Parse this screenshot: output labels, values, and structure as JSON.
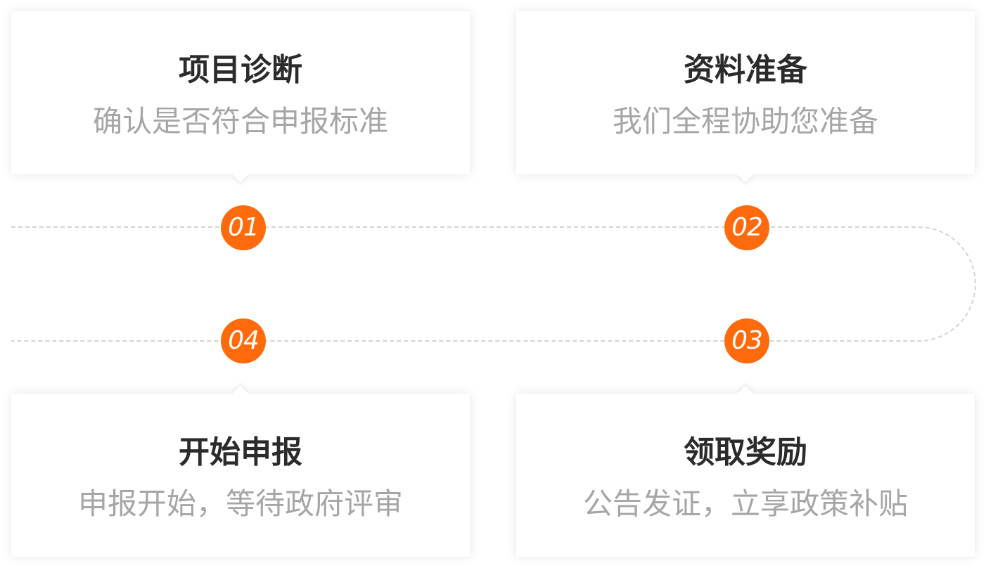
{
  "steps": [
    {
      "number": "01",
      "title": "项目诊断",
      "desc": "确认是否符合申报标准"
    },
    {
      "number": "02",
      "title": "资料准备",
      "desc": "我们全程协助您准备"
    },
    {
      "number": "03",
      "title": "领取奖励",
      "desc": "公告发证，立享政策补贴"
    },
    {
      "number": "04",
      "title": "开始申报",
      "desc": "申报开始，等待政府评审"
    }
  ],
  "colors": {
    "accent": "#ff6a0d",
    "title": "#2b2b2b",
    "desc": "#a6a6a6",
    "line": "#d9d9d9"
  }
}
